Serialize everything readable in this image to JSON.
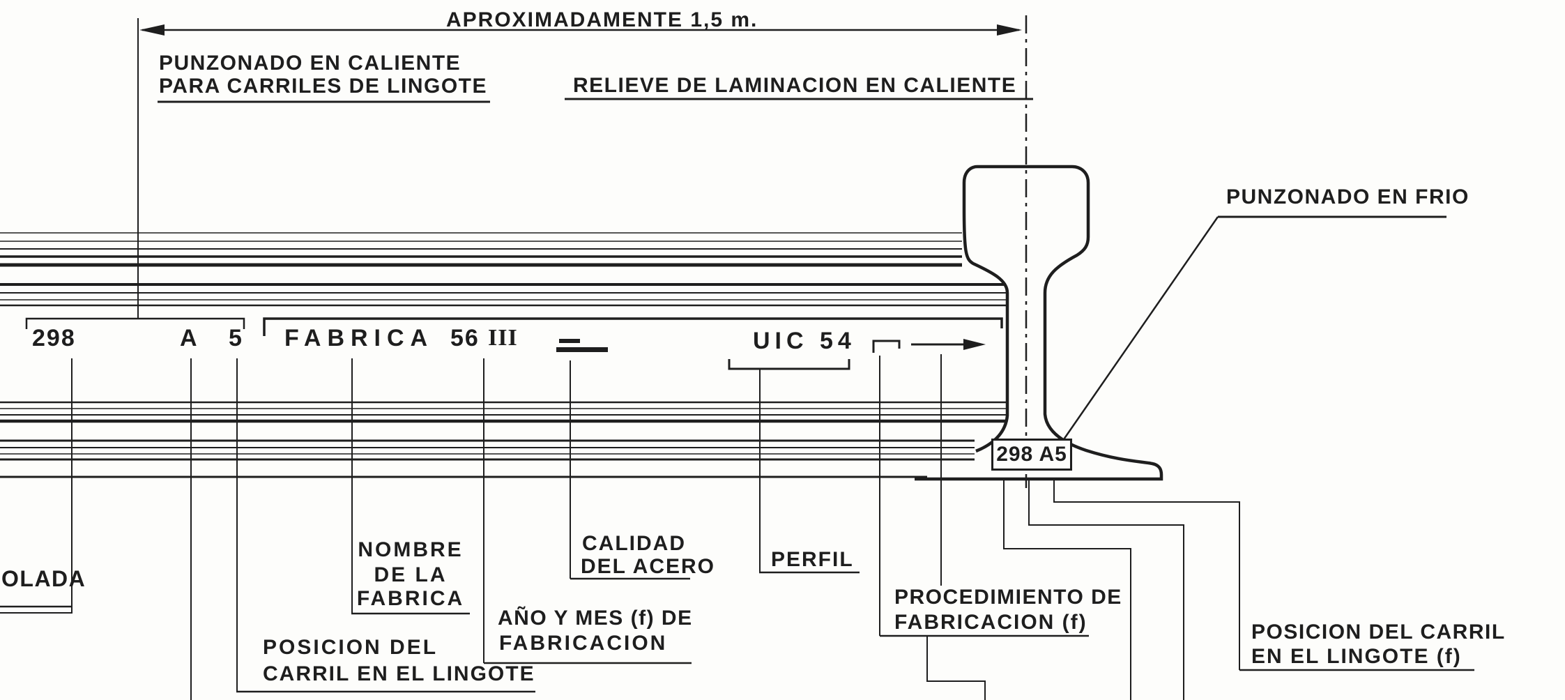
{
  "figure": {
    "dimension_label": "APROXIMADAMENTE 1,5 m.",
    "callouts": {
      "hot_stamp_line1": "PUNZONADO EN CALIENTE",
      "hot_stamp_line2": "PARA CARRILES DE LINGOTE",
      "rolling_relief": "RELIEVE DE LAMINACION EN CALIENTE",
      "cold_stamp": "PUNZONADO EN FRIO"
    },
    "rail_markings": {
      "heat_number": "298",
      "position_letter": "A",
      "position_digit": "5",
      "factory": "FABRICA",
      "year": "56",
      "month_roman": "III",
      "profile": "UIC 54",
      "cold_stamp_text": "298 A5"
    },
    "labels": {
      "heat_partial": "OLADA",
      "factory_name_l1": "NOMBRE",
      "factory_name_l2": "DE LA",
      "factory_name_l3": "FABRICA",
      "ingot_position_l1": "POSICION DEL",
      "ingot_position_l2": "CARRIL EN EL LINGOTE",
      "year_month_l1": "AÑO Y MES (f) DE",
      "year_month_l2": "FABRICACION",
      "steel_quality_l1": "CALIDAD",
      "steel_quality_l2": "DEL ACERO",
      "profile_label": "PERFIL",
      "process_l1": "PROCEDIMIENTO DE",
      "process_l2": "FABRICACION (f)",
      "ingot_position_f_l1": "POSICION DEL CARRIL",
      "ingot_position_f_l2": "EN EL LINGOTE (f)"
    },
    "colors": {
      "ink": "#1e1e1e",
      "paper": "#fdfdfb"
    }
  }
}
